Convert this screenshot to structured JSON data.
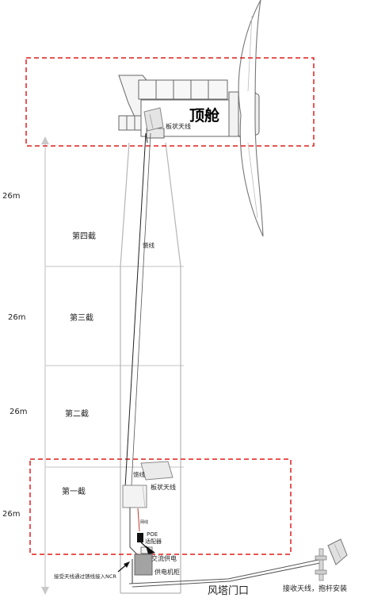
{
  "nacelle": {
    "title": "顶舱",
    "antenna_label": "板状天线"
  },
  "heights": [
    "26m",
    "26m",
    "26m",
    "26m"
  ],
  "sections": [
    "第四截",
    "第三截",
    "第二截",
    "第一截"
  ],
  "feeder_label": "馈线",
  "base": {
    "feeder_label": "馈线",
    "antenna_label": "板状天线",
    "cable_label": "网线",
    "poe_label_1": "POE",
    "poe_label_2": "适配器",
    "ac_label": "交流供电",
    "cabinet_label": "供电机柜",
    "inner_note": "接受天线通过馈线接入NCR"
  },
  "tower_door_label": "风塔门口",
  "receiver_label": "接收天线，抱杆安装"
}
